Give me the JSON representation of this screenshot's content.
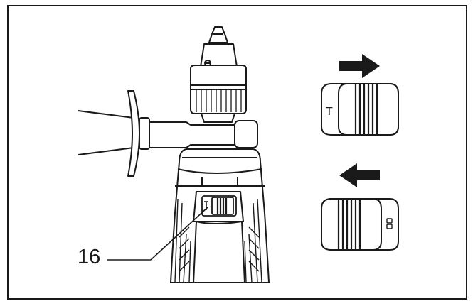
{
  "diagram": {
    "callout": {
      "label": "16",
      "target": "mode-selector-switch"
    },
    "drill_mode_glyph": "T",
    "icons": {
      "arrow_top": "arrow-right-icon",
      "arrow_bottom": "arrow-left-icon",
      "drill_mode": "drill-mode-icon",
      "hammer_mode": "hammer-mode-icon"
    },
    "colors": {
      "line": "#1a1a1a",
      "background": "#ffffff"
    }
  }
}
